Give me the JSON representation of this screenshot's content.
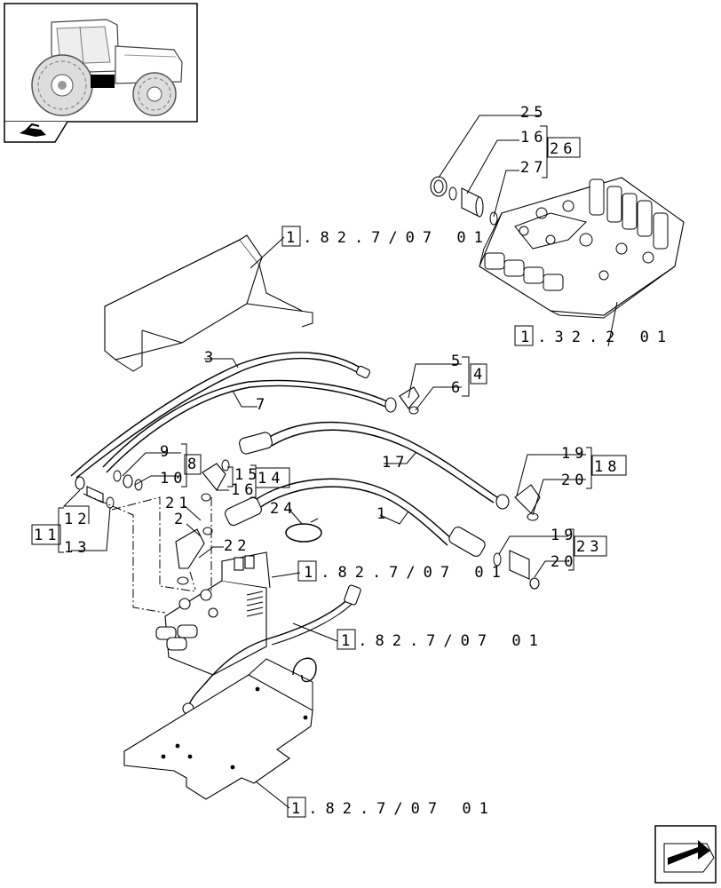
{
  "refs": {
    "r_cover": "1.82.7/07 01",
    "r_valve_block": "1.32.2 01",
    "r_clamp": "1.82.7/07 01",
    "r_harness": "1.82.7/07 01",
    "r_bracket": "1.82.7/07 01"
  },
  "callouts": {
    "c1": "1",
    "c3": "3",
    "c4": "4",
    "c5": "5",
    "c6": "6",
    "c7": "7",
    "c8": "8",
    "c9": "9",
    "c10": "10",
    "c11": "11",
    "c12": "12",
    "c13": "13",
    "c14": "14",
    "c15": "15",
    "c16a": "16",
    "c16b": "16",
    "c17": "17",
    "c18": "18",
    "c19a": "19",
    "c19b": "19",
    "c20a": "20",
    "c20b": "20",
    "c21": "21",
    "c2": "2",
    "c22": "22",
    "c23": "23",
    "c24": "24",
    "c25": "25",
    "c26": "26",
    "c27": "27"
  }
}
